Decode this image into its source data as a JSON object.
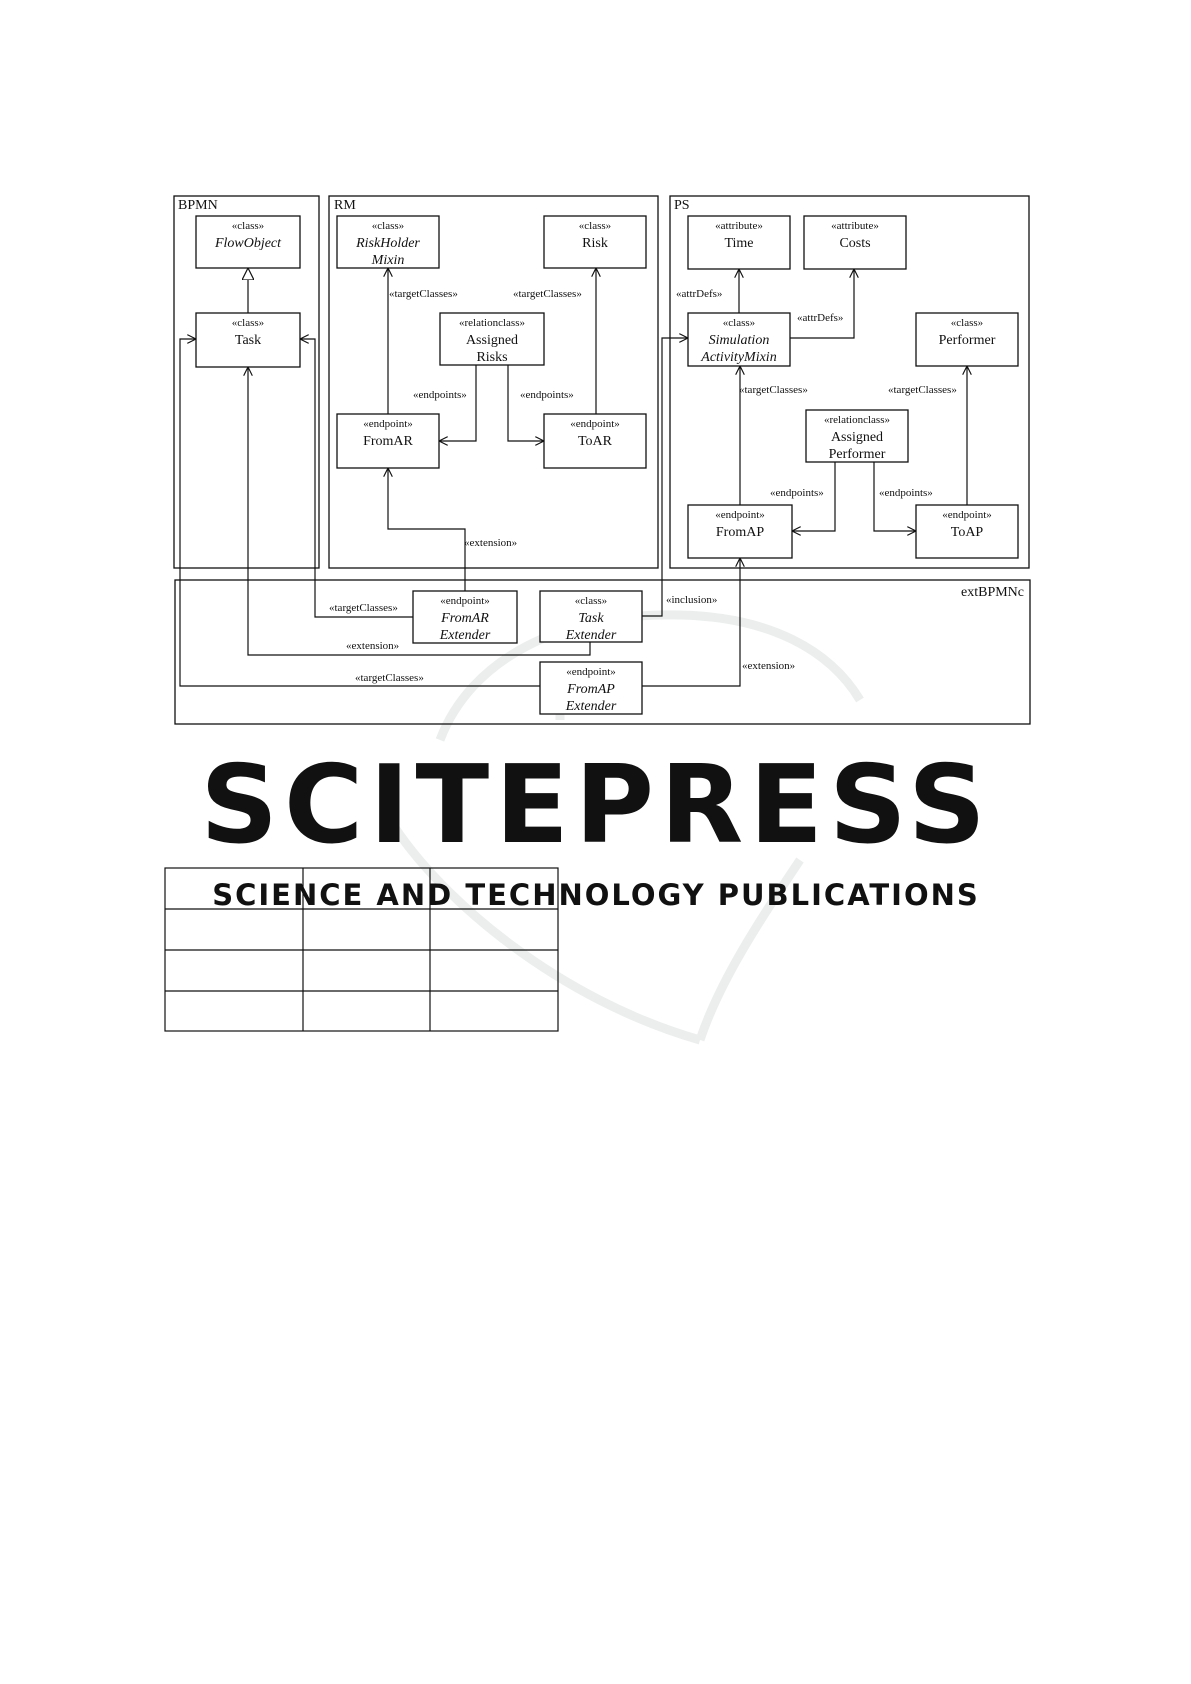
{
  "packages": {
    "bpmn": "BPMN",
    "rm": "RM",
    "ps": "PS",
    "ext": "extBPMNc"
  },
  "classes": {
    "flowobject": {
      "stereo": "«class»",
      "name": [
        "FlowObject"
      ]
    },
    "task": {
      "stereo": "«class»",
      "name": [
        "Task"
      ]
    },
    "riskholder": {
      "stereo": "«class»",
      "name": [
        "RiskHolder",
        "Mixin"
      ]
    },
    "risk": {
      "stereo": "«class»",
      "name": [
        "Risk"
      ]
    },
    "assignedrisks": {
      "stereo": "«relationclass»",
      "name": [
        "Assigned",
        "Risks"
      ]
    },
    "fromar": {
      "stereo": "«endpoint»",
      "name": [
        "FromAR"
      ]
    },
    "toar": {
      "stereo": "«endpoint»",
      "name": [
        "ToAR"
      ]
    },
    "time": {
      "stereo": "«attribute»",
      "name": [
        "Time"
      ]
    },
    "costs": {
      "stereo": "«attribute»",
      "name": [
        "Costs"
      ]
    },
    "simulation": {
      "stereo": "«class»",
      "name": [
        "Simulation",
        "ActivityMixin"
      ]
    },
    "performer": {
      "stereo": "«class»",
      "name": [
        "Performer"
      ]
    },
    "assignedperformer": {
      "stereo": "«relationclass»",
      "name": [
        "Assigned",
        "Performer"
      ]
    },
    "fromap": {
      "stereo": "«endpoint»",
      "name": [
        "FromAP"
      ]
    },
    "toap": {
      "stereo": "«endpoint»",
      "name": [
        "ToAP"
      ]
    },
    "fromarext": {
      "stereo": "«endpoint»",
      "name": [
        "FromAR",
        "Extender"
      ]
    },
    "taskext": {
      "stereo": "«class»",
      "name": [
        "Task",
        "Extender"
      ]
    },
    "fromapext": {
      "stereo": "«endpoint»",
      "name": [
        "FromAP",
        "Extender"
      ]
    }
  },
  "edge_labels": {
    "rm_target_left": "«targetClasses»",
    "rm_target_right": "«targetClasses»",
    "rm_endpoints_left": "«endpoints»",
    "rm_endpoints_right": "«endpoints»",
    "rm_extension": "«extension»",
    "ps_attrdefs_time": "«attrDefs»",
    "ps_attrdefs_costs": "«attrDefs»",
    "ps_target_sim": "«targetClasses»",
    "ps_target_perf": "«targetClasses»",
    "ps_endpoints_left": "«endpoints»",
    "ps_endpoints_right": "«endpoints»",
    "ext_target_fromar": "«targetClasses»",
    "ext_inclusion": "«inclusion»",
    "ext_extension_task": "«extension»",
    "ext_target_fromap": "«targetClasses»",
    "ext_extension_fromap": "«extension»"
  },
  "watermark": {
    "title": "SCITEPRESS",
    "subtitle": "SCIENCE AND TECHNOLOGY PUBLICATIONS"
  }
}
